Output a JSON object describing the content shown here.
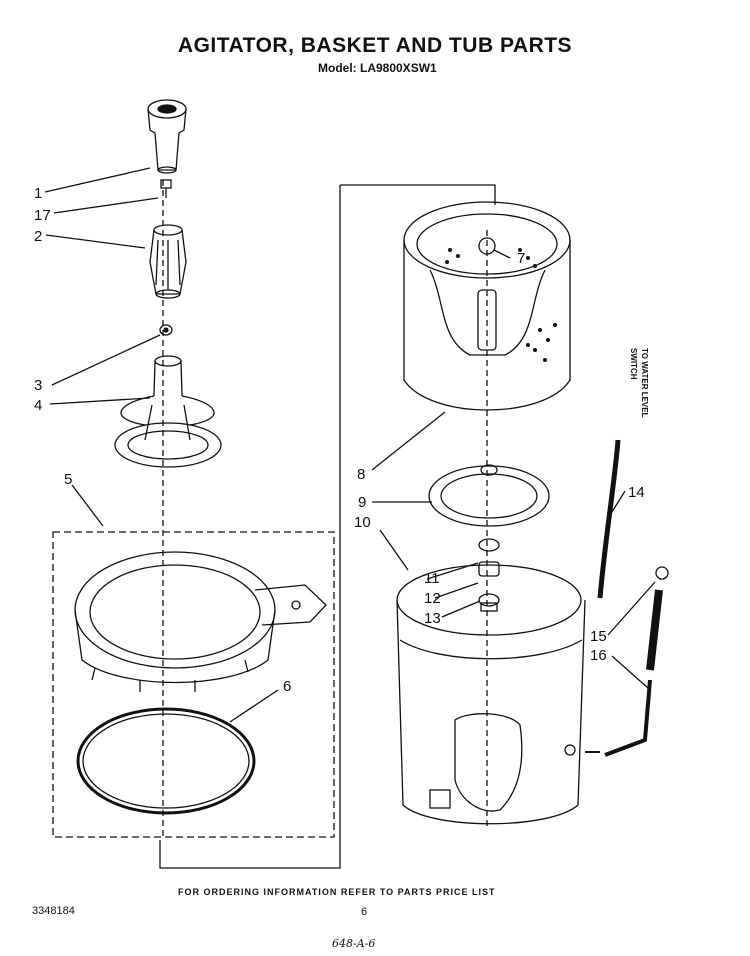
{
  "header": {
    "title": "AGITATOR, BASKET AND TUB PARTS",
    "model": "Model: LA9800XSW1"
  },
  "parts": [
    {
      "number": "1"
    },
    {
      "number": "17"
    },
    {
      "number": "2"
    },
    {
      "number": "3"
    },
    {
      "number": "4"
    },
    {
      "number": "5"
    },
    {
      "number": "6"
    },
    {
      "number": "7"
    },
    {
      "number": "8"
    },
    {
      "number": "9"
    },
    {
      "number": "10"
    },
    {
      "number": "11"
    },
    {
      "number": "12"
    },
    {
      "number": "13"
    },
    {
      "number": "14"
    },
    {
      "number": "15"
    },
    {
      "number": "16"
    }
  ],
  "side_note": "TO WATER LEVEL SWITCH",
  "footer": {
    "note": "FOR ORDERING INFORMATION REFER TO PARTS PRICE LIST",
    "doc_number": "3348184",
    "page_number": "6",
    "handwritten": "648-A-6"
  }
}
